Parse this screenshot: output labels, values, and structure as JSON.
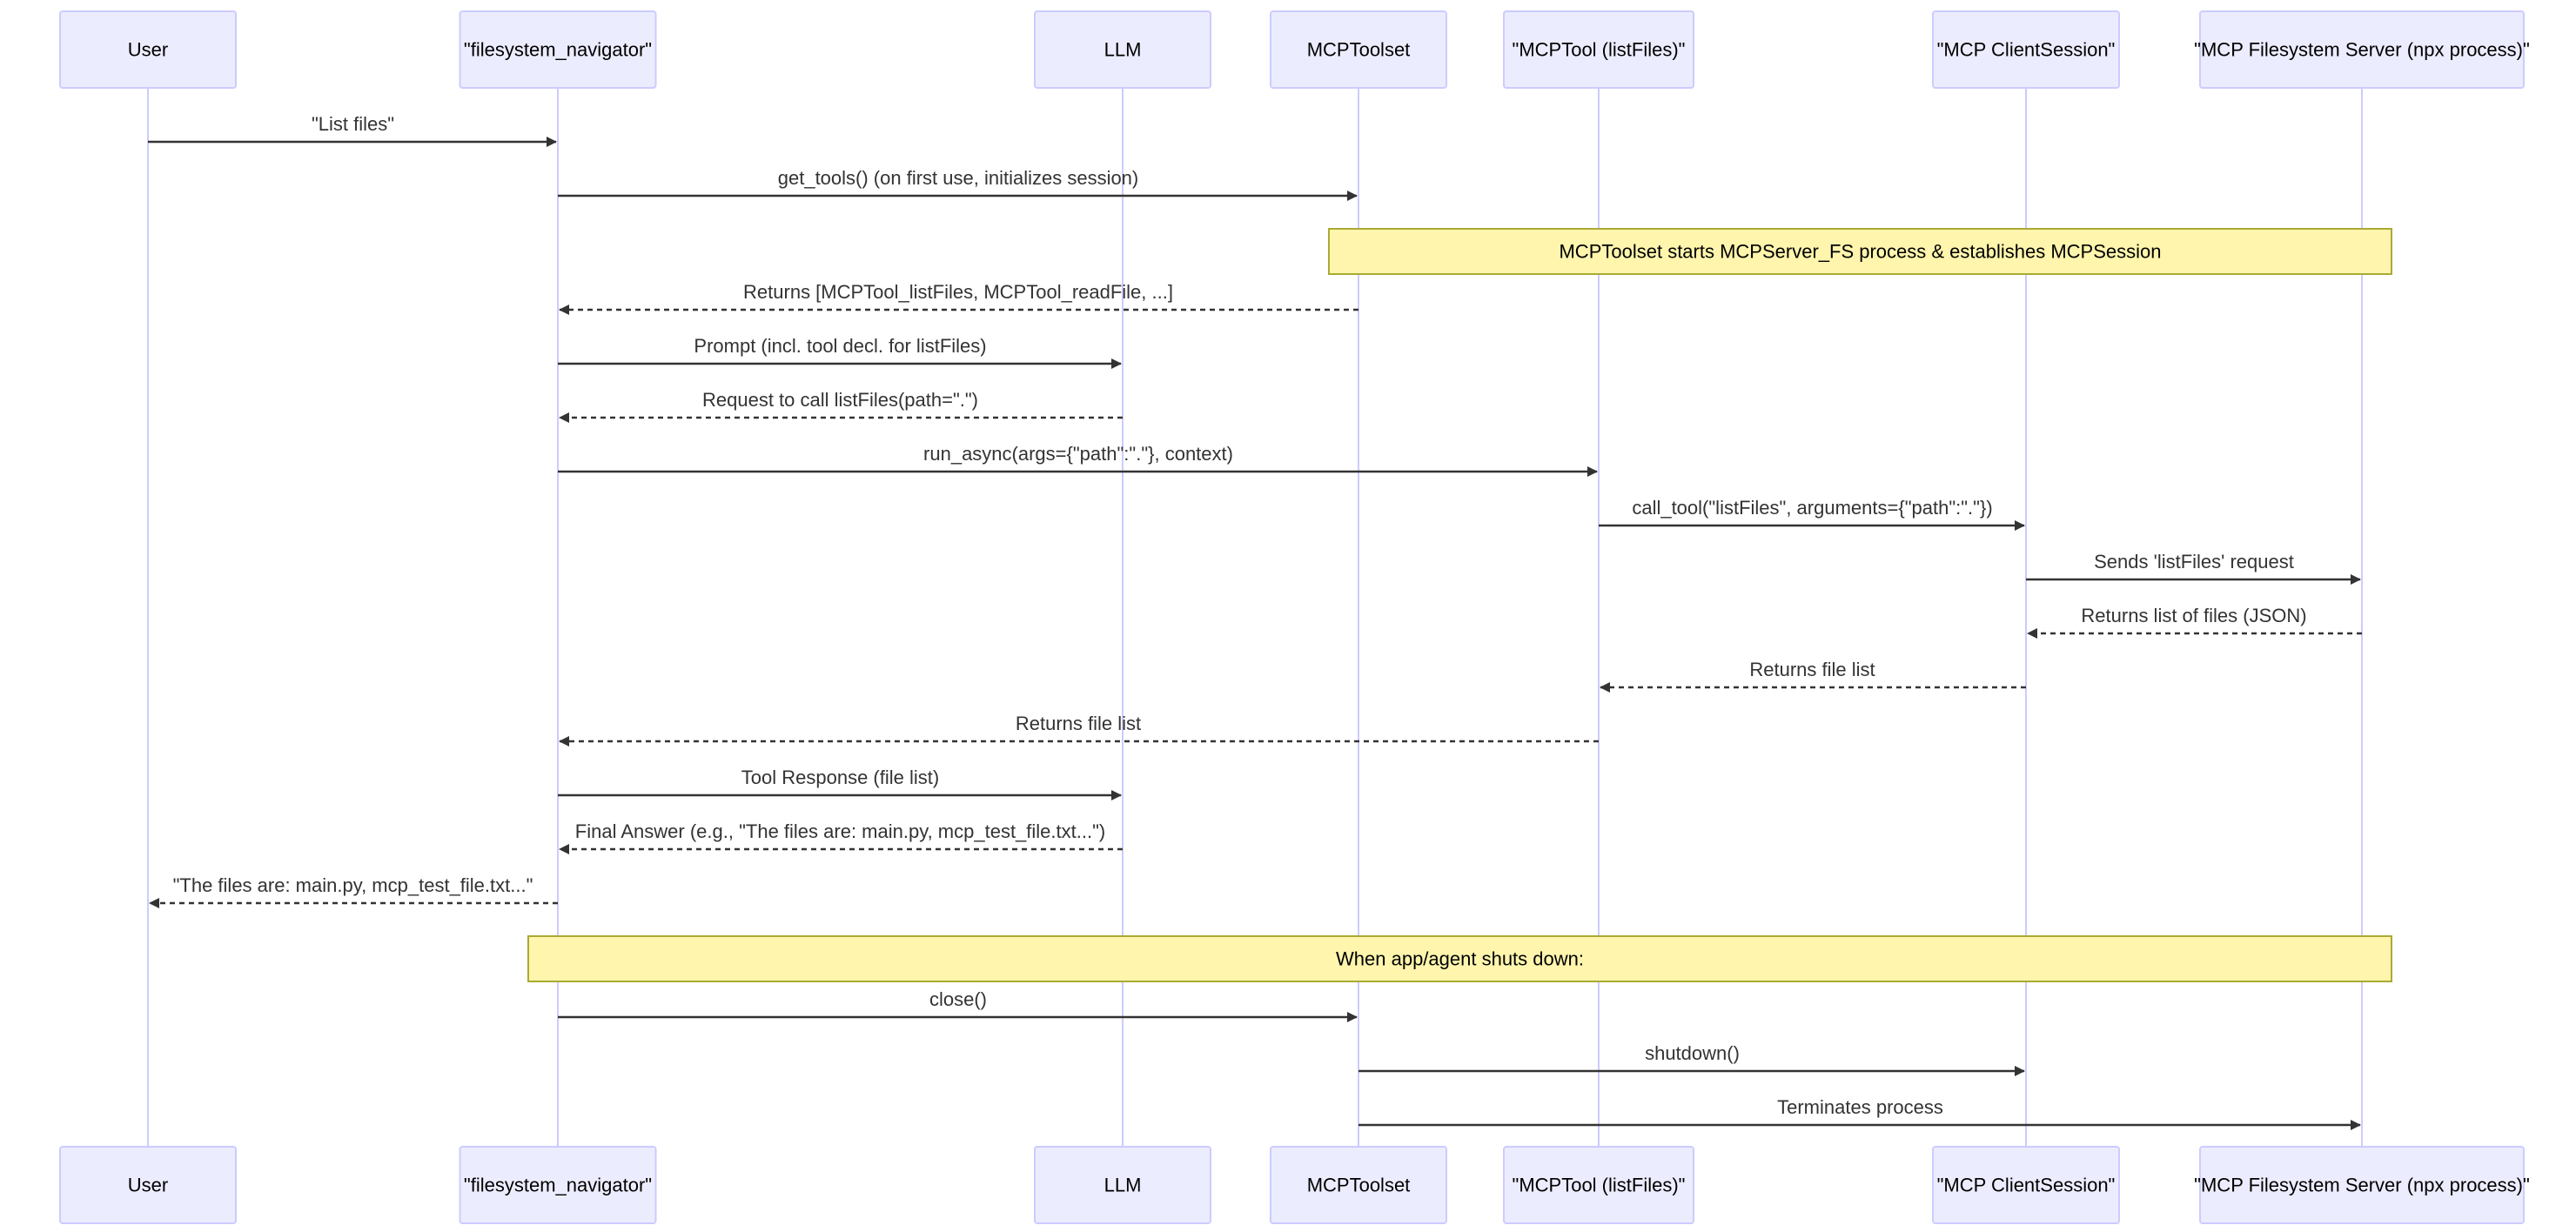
{
  "participants": [
    {
      "id": "user",
      "label": "User"
    },
    {
      "id": "nav",
      "label": "\"filesystem_navigator\""
    },
    {
      "id": "llm",
      "label": "LLM"
    },
    {
      "id": "toolset",
      "label": "MCPToolset"
    },
    {
      "id": "tool",
      "label": "\"MCPTool (listFiles)\""
    },
    {
      "id": "session",
      "label": "\"MCP ClientSession\""
    },
    {
      "id": "server",
      "label": "\"MCP Filesystem Server (npx process)\""
    }
  ],
  "events": [
    {
      "kind": "message",
      "from": "user",
      "to": "nav",
      "style": "solid",
      "text": "\"List files\""
    },
    {
      "kind": "message",
      "from": "nav",
      "to": "toolset",
      "style": "solid",
      "text": "get_tools() (on first use, initializes session)"
    },
    {
      "kind": "note",
      "over": [
        "toolset",
        "server"
      ],
      "text": "MCPToolset starts MCPServer_FS process & establishes MCPSession"
    },
    {
      "kind": "message",
      "from": "toolset",
      "to": "nav",
      "style": "dashed",
      "text": "Returns [MCPTool_listFiles, MCPTool_readFile, ...]"
    },
    {
      "kind": "message",
      "from": "nav",
      "to": "llm",
      "style": "solid",
      "text": "Prompt (incl. tool decl. for listFiles)"
    },
    {
      "kind": "message",
      "from": "llm",
      "to": "nav",
      "style": "dashed",
      "text": "Request to call listFiles(path=\".\")"
    },
    {
      "kind": "message",
      "from": "nav",
      "to": "tool",
      "style": "solid",
      "text": "run_async(args={\"path\":\".\"}, context)"
    },
    {
      "kind": "message",
      "from": "tool",
      "to": "session",
      "style": "solid",
      "text": "call_tool(\"listFiles\", arguments={\"path\":\".\"})"
    },
    {
      "kind": "message",
      "from": "session",
      "to": "server",
      "style": "solid",
      "text": "Sends 'listFiles' request"
    },
    {
      "kind": "message",
      "from": "server",
      "to": "session",
      "style": "dashed",
      "text": "Returns list of files (JSON)"
    },
    {
      "kind": "message",
      "from": "session",
      "to": "tool",
      "style": "dashed",
      "text": "Returns file list"
    },
    {
      "kind": "message",
      "from": "tool",
      "to": "nav",
      "style": "dashed",
      "text": "Returns file list"
    },
    {
      "kind": "message",
      "from": "nav",
      "to": "llm",
      "style": "solid",
      "text": "Tool Response (file list)"
    },
    {
      "kind": "message",
      "from": "llm",
      "to": "nav",
      "style": "dashed",
      "text": "Final Answer (e.g., \"The files are: main.py, mcp_test_file.txt...\")"
    },
    {
      "kind": "message",
      "from": "nav",
      "to": "user",
      "style": "dashed",
      "text": "\"The files are: main.py, mcp_test_file.txt...\""
    },
    {
      "kind": "note",
      "over": [
        "nav",
        "server"
      ],
      "text": "When app/agent shuts down:"
    },
    {
      "kind": "message",
      "from": "nav",
      "to": "toolset",
      "style": "solid",
      "text": "close()"
    },
    {
      "kind": "message",
      "from": "toolset",
      "to": "session",
      "style": "solid",
      "text": "shutdown()"
    },
    {
      "kind": "message",
      "from": "toolset",
      "to": "server",
      "style": "solid",
      "text": "Terminates process"
    }
  ]
}
